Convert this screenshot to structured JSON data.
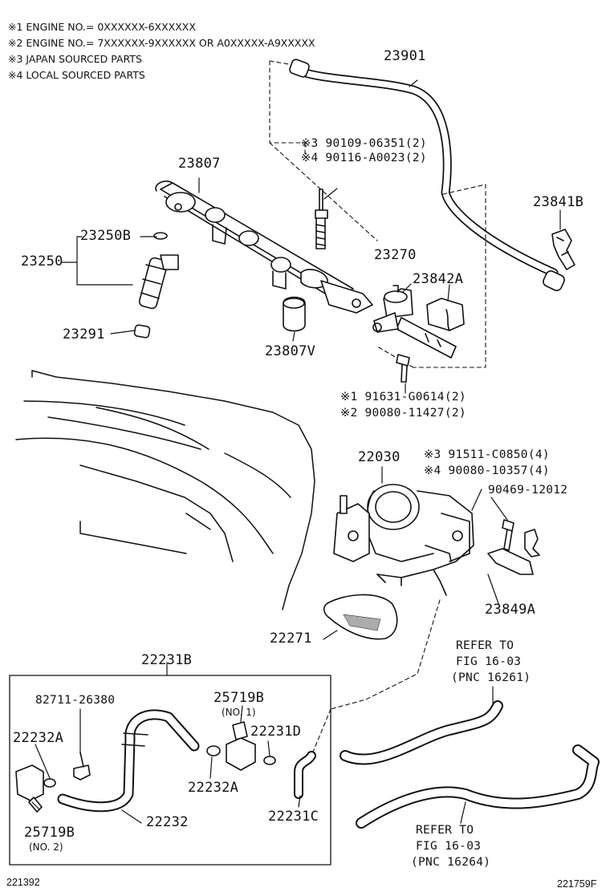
{
  "notes": [
    "※1 ENGINE NO.= 0XXXXXX-6XXXXXX",
    "※2 ENGINE NO.= 7XXXXXX-9XXXXXX OR A0XXXXX-A9XXXXX",
    "※3 JAPAN SOURCED PARTS",
    "※4 LOCAL SOURCED PARTS"
  ],
  "parts": {
    "p23901": "23901",
    "p90109": "※3 90109-06351(2)",
    "p90116": "※4 90116-A0023(2)",
    "p23807": "23807",
    "p23841B": "23841B",
    "p23250B": "23250B",
    "p23250": "23250",
    "p23270": "23270",
    "p23842A": "23842A",
    "p23291": "23291",
    "p23807V": "23807V",
    "p91631": "※1 91631-G0614(2)",
    "p90080a": "※2 90080-11427(2)",
    "p22030": "22030",
    "p91511": "※3 91511-C0850(4)",
    "p90080b": "※4 90080-10357(4)",
    "p90469": "90469-12012",
    "p23849A": "23849A",
    "p22271": "22271",
    "p22231B": "22231B",
    "p82711": "82711-26380",
    "p25719B1": "25719B",
    "p25719B1sub": "(NO. 1)",
    "p22232A1": "22232A",
    "p22231D": "22231D",
    "p22232A2": "22232A",
    "p22232": "22232",
    "p22231C": "22231C",
    "p25719B2": "25719B",
    "p25719B2sub": "(NO. 2)"
  },
  "refers": {
    "ref1_l1": "REFER TO",
    "ref1_l2": "FIG 16-03",
    "ref1_l3": "(PNC 16261)",
    "ref2_l1": "REFER TO",
    "ref2_l2": "FIG 16-03",
    "ref2_l3": "(PNC 16264)"
  },
  "footer": {
    "left_id": "221392",
    "right_id": "221759F"
  }
}
